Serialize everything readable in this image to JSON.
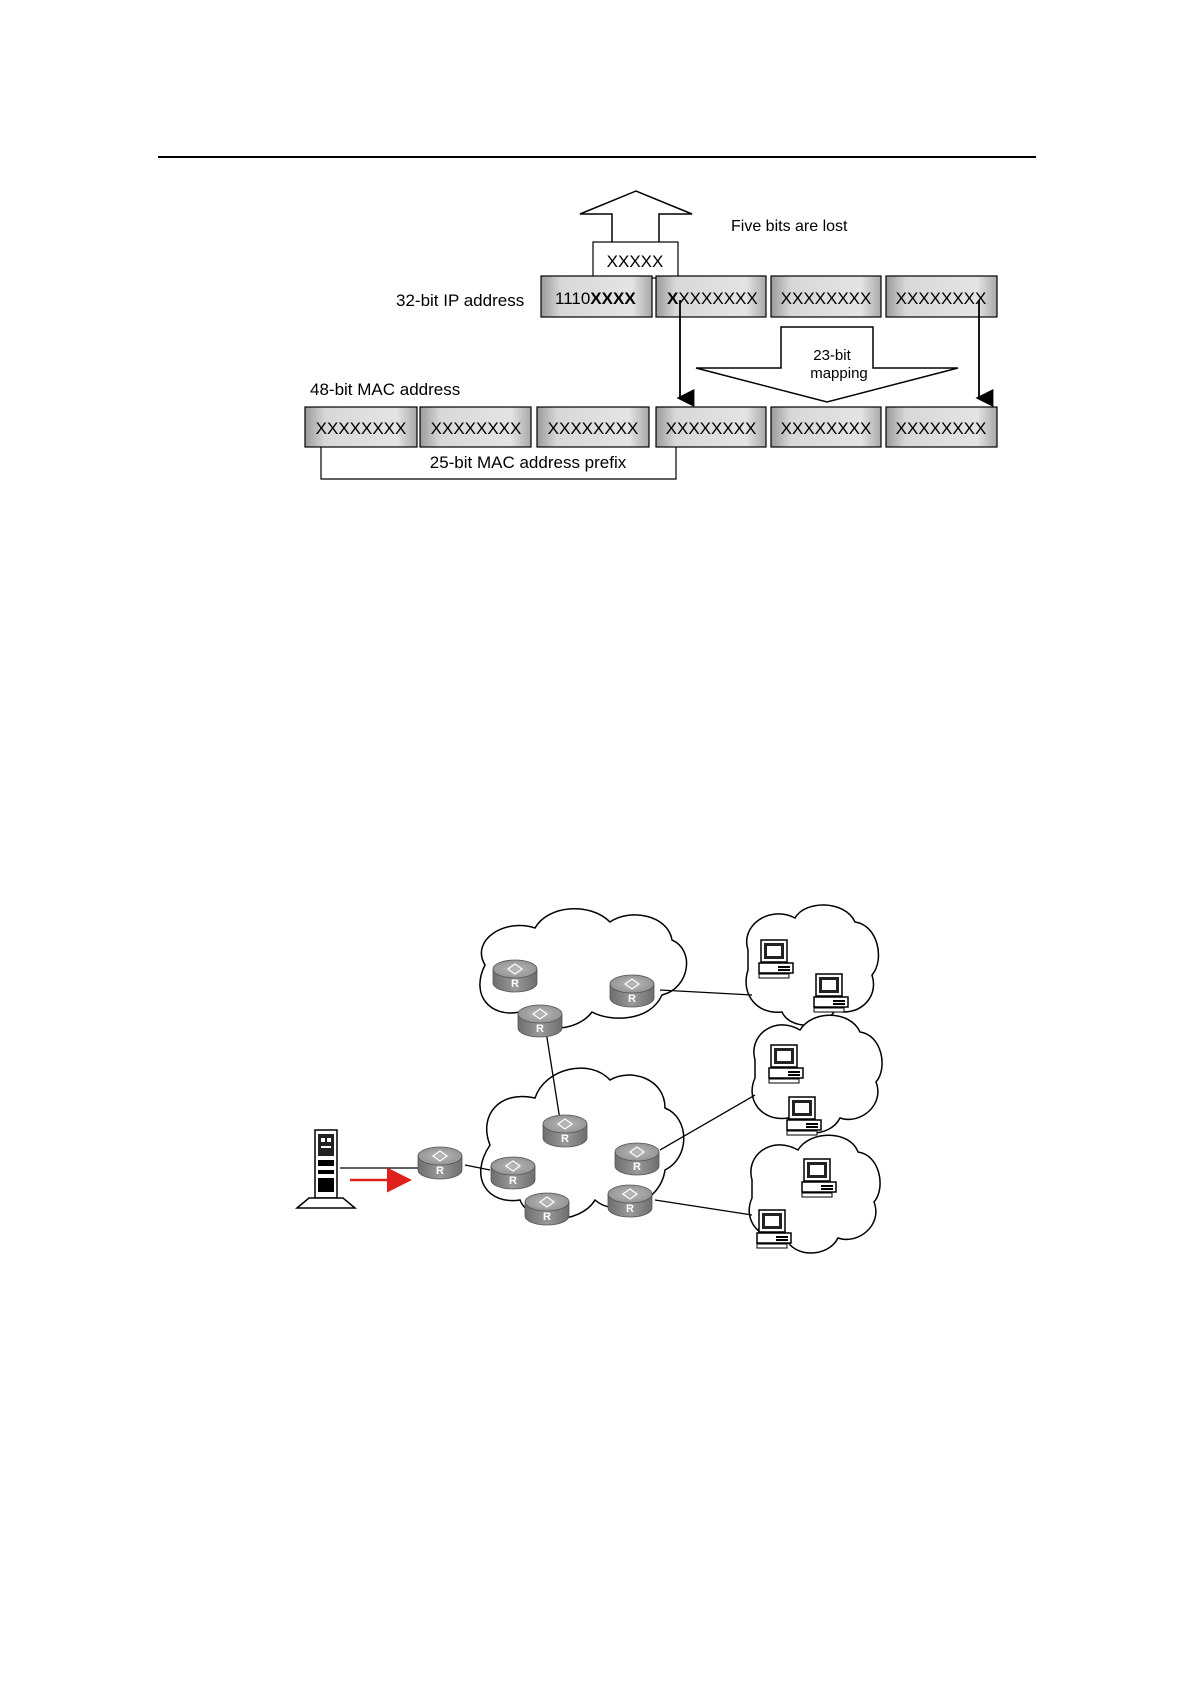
{
  "mapping_diagram": {
    "lost_bits_box": "XXXXX",
    "lost_bits_note": "Five bits are lost",
    "ip_label": "32-bit IP address",
    "ip_first_prefix": "1110",
    "ip_first_bold": "XXXX",
    "ip_second_bold": "X",
    "ip_second_rest": "XXXXXXX",
    "ip_bytes_rest": [
      "XXXXXXXX",
      "XXXXXXXX"
    ],
    "mapping_line1": "23-bit",
    "mapping_line2": "mapping",
    "mac_label": "48-bit MAC address",
    "mac_bytes": [
      "XXXXXXXX",
      "XXXXXXXX",
      "XXXXXXXX",
      "XXXXXXXX",
      "XXXXXXXX",
      "XXXXXXXX"
    ],
    "prefix_label": "25-bit MAC address prefix"
  },
  "network_diagram": {
    "router_glyph": "R",
    "icons": [
      "server-icon",
      "router-icon",
      "pc-icon",
      "cloud-icon",
      "arrow-right-icon"
    ],
    "arrow_color": "#e0201c",
    "router_color": "#8e8e8e"
  }
}
